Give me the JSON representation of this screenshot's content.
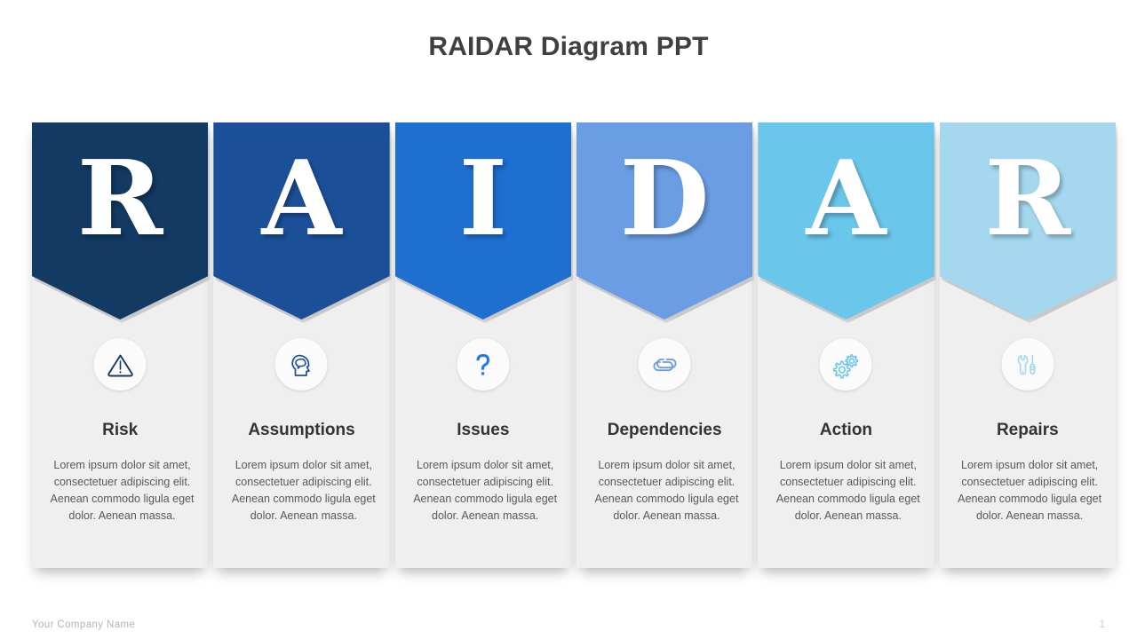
{
  "title": "RAIDAR Diagram PPT",
  "footer": {
    "company": "Your Company Name",
    "page_number": "1"
  },
  "body_text": "Lorem ipsum dolor sit amet, consectetuer adipiscing elit. Aenean commodo ligula eget dolor. Aenean massa.",
  "columns": [
    {
      "letter": "R",
      "heading": "Risk",
      "body": "Lorem ipsum dolor sit amet, consectetuer adipiscing elit. Aenean commodo ligula eget dolor. Aenean massa.",
      "color": "#123a63",
      "icon": "warning-triangle-icon",
      "icon_color": "#123a63"
    },
    {
      "letter": "A",
      "heading": "Assumptions",
      "body": "Lorem ipsum dolor sit amet, consectetuer adipiscing elit. Aenean commodo ligula eget dolor. Aenean massa.",
      "color": "#1b5099",
      "icon": "head-brain-icon",
      "icon_color": "#1b5099"
    },
    {
      "letter": "I",
      "heading": "Issues",
      "body": "Lorem ipsum dolor sit amet, consectetuer adipiscing elit. Aenean commodo ligula eget dolor. Aenean massa.",
      "color": "#1f6fd0",
      "icon": "question-mark-icon",
      "icon_color": "#1f7ae0"
    },
    {
      "letter": "D",
      "heading": "Dependencies",
      "body": "Lorem ipsum dolor sit amet, consectetuer adipiscing elit. Aenean commodo ligula eget dolor. Aenean massa.",
      "color": "#6a9de4",
      "icon": "chain-links-icon",
      "icon_color": "#6a9de4"
    },
    {
      "letter": "A",
      "heading": "Action",
      "body": "Lorem ipsum dolor sit amet, consectetuer adipiscing elit. Aenean commodo ligula eget dolor. Aenean massa.",
      "color": "#6ac6ea",
      "icon": "gears-icon",
      "icon_color": "#6ac6ea"
    },
    {
      "letter": "R",
      "heading": "Repairs",
      "body": "Lorem ipsum dolor sit amet, consectetuer adipiscing elit. Aenean commodo ligula eget dolor. Aenean massa.",
      "color": "#a5d7ee",
      "icon": "wrench-screwdriver-icon",
      "icon_color": "#a5d7ee"
    }
  ]
}
